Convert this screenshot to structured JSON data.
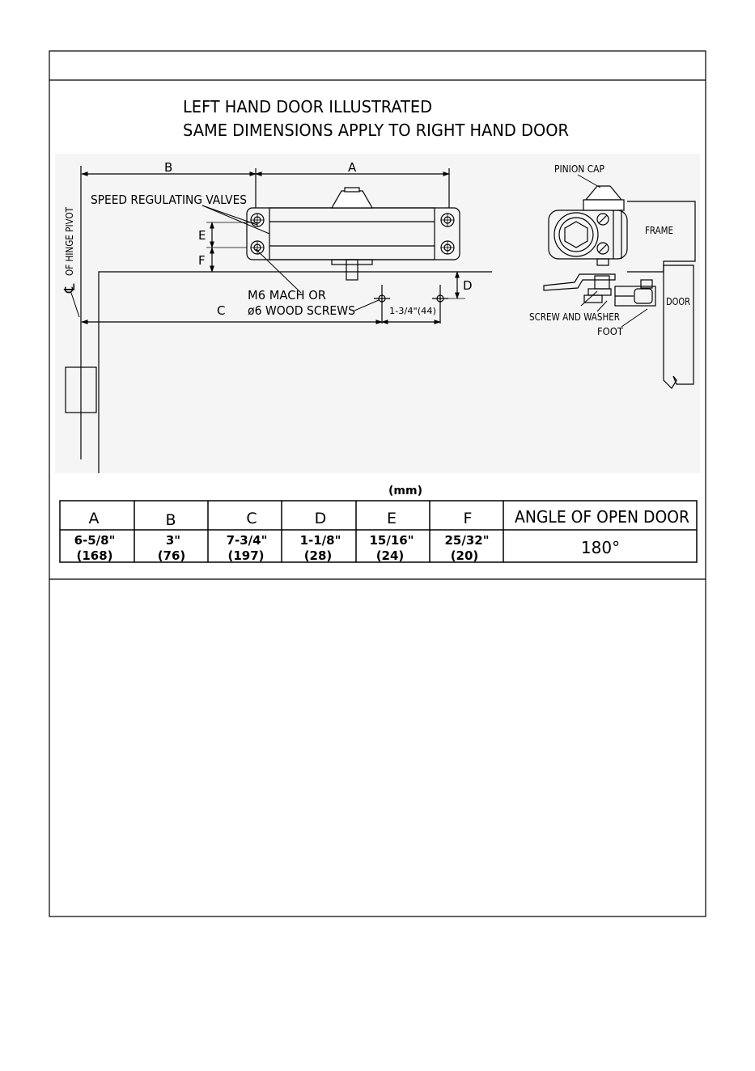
{
  "heading": {
    "line1": "LEFT HAND DOOR ILLUSTRATED",
    "line2": "SAME DIMENSIONS APPLY TO RIGHT HAND DOOR"
  },
  "main_view": {
    "dim_b": "B",
    "dim_a": "A",
    "dim_e": "E",
    "dim_f": "F",
    "dim_c": "C",
    "dim_d": "D",
    "speed_valves": "SPEED REGULATING VALVES",
    "screws_line1": "M6 MACH OR",
    "screws_line2": "ø6 WOOD SCREWS",
    "spacing": "1-3/4\"(44)",
    "hinge_pivot": "OF HINGE PIVOT",
    "centerline_symbol": "℄"
  },
  "side_view": {
    "pinion_cap": "PINION CAP",
    "frame": "FRAME",
    "door": "DOOR",
    "screw_washer": "SCREW AND WASHER",
    "foot": "FOOT"
  },
  "table": {
    "unit": "(mm)",
    "headers": [
      "A",
      "B",
      "C",
      "D",
      "E",
      "F",
      "ANGLE OF OPEN DOOR"
    ],
    "inches": [
      "6-5/8\"",
      "3\"",
      "7-3/4\"",
      "1-1/8\"",
      "15/16\"",
      "25/32\""
    ],
    "mm": [
      "(168)",
      "(76)",
      "(197)",
      "(28)",
      "(24)",
      "(20)"
    ],
    "angle": "180°"
  }
}
